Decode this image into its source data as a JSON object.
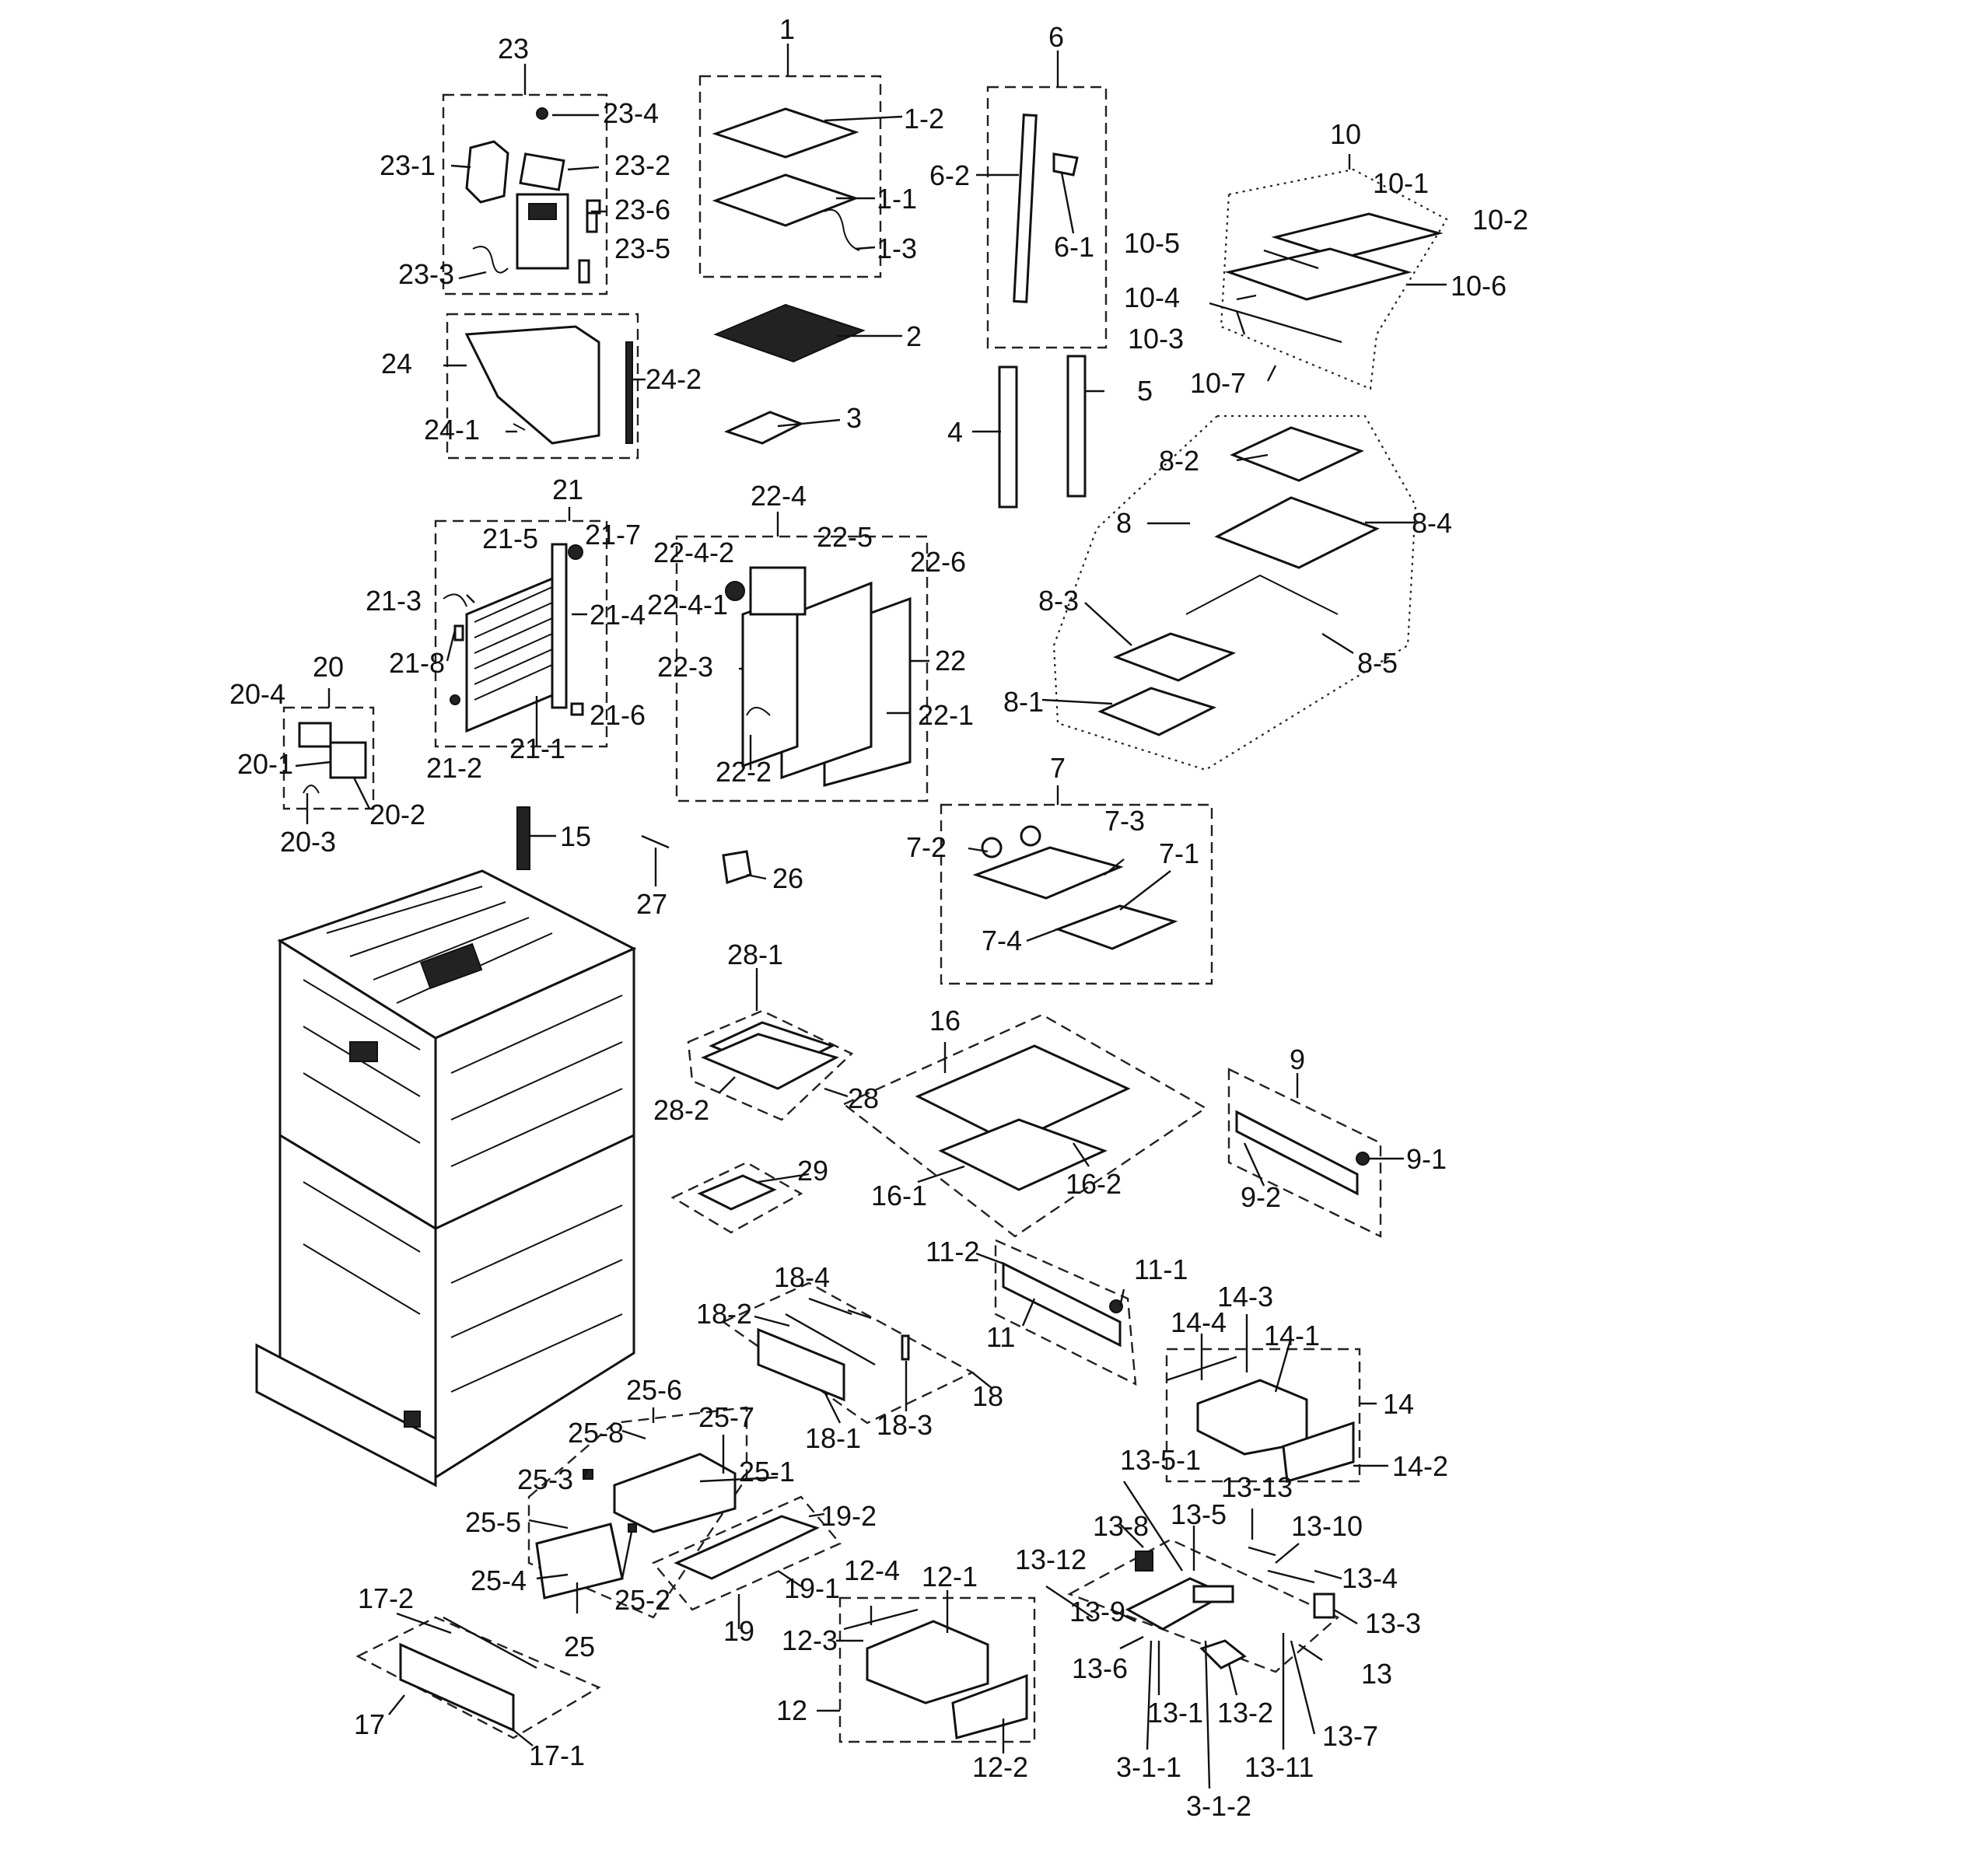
{
  "labels": {
    "l1": "1",
    "l1_1": "1-1",
    "l1_2": "1-2",
    "l1_3": "1-3",
    "l2": "2",
    "l3": "3",
    "l4": "4",
    "l5": "5",
    "l6": "6",
    "l6_1": "6-1",
    "l6_2": "6-2",
    "l7": "7",
    "l7_1": "7-1",
    "l7_2": "7-2",
    "l7_3": "7-3",
    "l7_4": "7-4",
    "l8": "8",
    "l8_1": "8-1",
    "l8_2": "8-2",
    "l8_3": "8-3",
    "l8_4": "8-4",
    "l8_5": "8-5",
    "l9": "9",
    "l9_1": "9-1",
    "l9_2": "9-2",
    "l10": "10",
    "l10_1": "10-1",
    "l10_2": "10-2",
    "l10_3": "10-3",
    "l10_4": "10-4",
    "l10_5": "10-5",
    "l10_6": "10-6",
    "l10_7": "10-7",
    "l11": "11",
    "l11_1": "11-1",
    "l11_2": "11-2",
    "l12": "12",
    "l12_1": "12-1",
    "l12_2": "12-2",
    "l12_3": "12-3",
    "l12_4": "12-4",
    "l13": "13",
    "l13_1": "13-1",
    "l13_2": "13-2",
    "l13_3": "13-3",
    "l13_4": "13-4",
    "l13_5": "13-5",
    "l13_5_1": "13-5-1",
    "l13_6": "13-6",
    "l13_7": "13-7",
    "l13_8": "13-8",
    "l13_9": "13-9",
    "l13_10": "13-10",
    "l13_11": "13-11",
    "l13_12": "13-12",
    "l13_13": "13-13",
    "l3_1_1": "3-1-1",
    "l3_1_2": "3-1-2",
    "l14": "14",
    "l14_1": "14-1",
    "l14_2": "14-2",
    "l14_3": "14-3",
    "l14_4": "14-4",
    "l15": "15",
    "l16": "16",
    "l16_1": "16-1",
    "l16_2": "16-2",
    "l17": "17",
    "l17_1": "17-1",
    "l17_2": "17-2",
    "l18": "18",
    "l18_1": "18-1",
    "l18_2": "18-2",
    "l18_3": "18-3",
    "l18_4": "18-4",
    "l19": "19",
    "l19_1": "19-1",
    "l19_2": "19-2",
    "l20": "20",
    "l20_1": "20-1",
    "l20_2": "20-2",
    "l20_3": "20-3",
    "l20_4": "20-4",
    "l21": "21",
    "l21_1": "21-1",
    "l21_2": "21-2",
    "l21_3": "21-3",
    "l21_4": "21-4",
    "l21_5": "21-5",
    "l21_6": "21-6",
    "l21_7": "21-7",
    "l21_8": "21-8",
    "l22": "22",
    "l22_1": "22-1",
    "l22_2": "22-2",
    "l22_3": "22-3",
    "l22_4": "22-4",
    "l22_4_1": "22-4-1",
    "l22_4_2": "22-4-2",
    "l22_5": "22-5",
    "l22_6": "22-6",
    "l23": "23",
    "l23_1": "23-1",
    "l23_2": "23-2",
    "l23_3": "23-3",
    "l23_4": "23-4",
    "l23_5": "23-5",
    "l23_6": "23-6",
    "l24": "24",
    "l24_1": "24-1",
    "l24_2": "24-2",
    "l25": "25",
    "l25_1": "25-1",
    "l25_2": "25-2",
    "l25_3": "25-3",
    "l25_4": "25-4",
    "l25_5": "25-5",
    "l25_6": "25-6",
    "l25_7": "25-7",
    "l25_8": "25-8",
    "l26": "26",
    "l27": "27",
    "l28": "28",
    "l28_1": "28-1",
    "l28_2": "28-2",
    "l29": "29"
  }
}
